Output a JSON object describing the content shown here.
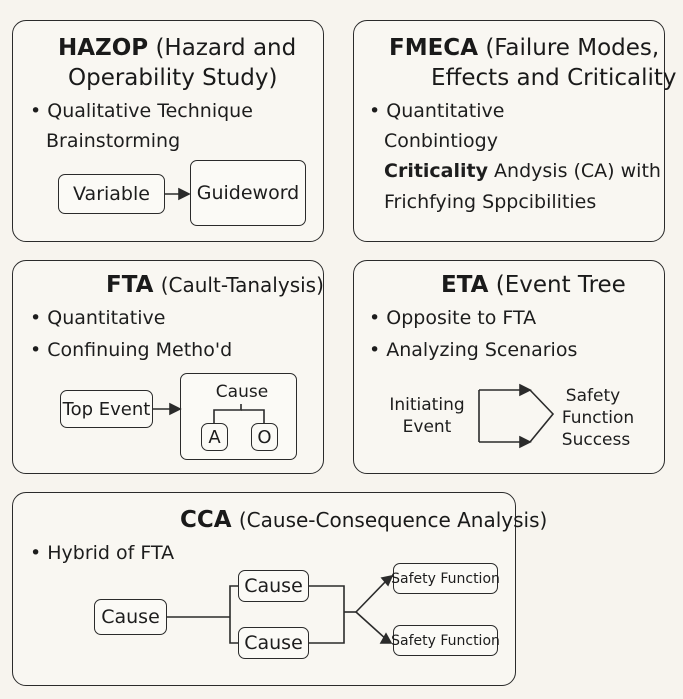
{
  "hazop": {
    "title_bold": "HAZOP",
    "title_rest_line1": "(Hazard and",
    "title_line2": "Operability Study)",
    "bullet1": "• Qualitative Technique",
    "bullet1_cont": "Brainstorming",
    "box_variable": "Variable",
    "box_guideword": "Guideword"
  },
  "fmeca": {
    "title_bold": "FMECA",
    "title_rest_line1": "(Failure Modes,",
    "title_line2": "Effects and Criticality",
    "bullet1": "• Quantitative",
    "line2": "Conbintiogy",
    "line3_bold": "Criticality",
    "line3_rest": "Andysis (CA) with",
    "line4": "Frichfying Sppcibilities"
  },
  "fta": {
    "title_bold": "FTA",
    "title_rest": "(Cault-Tanalysis)",
    "bullet1": "• Quantitative",
    "bullet2": "• Confinuing Metho'd",
    "box_top_event": "Top Event",
    "label_cause": "Cause",
    "gate_a": "A",
    "gate_o": "O"
  },
  "eta": {
    "title_bold": "ETA",
    "title_rest": "(Event Tree",
    "bullet1": "• Opposite to FTA",
    "bullet2": "• Analyzing Scenarios",
    "label_initiating_line1": "Initiating",
    "label_initiating_line2": "Event",
    "label_safety_line1": "Safety",
    "label_safety_line2": "Function",
    "label_safety_line3": "Success"
  },
  "cca": {
    "title_bold": "CCA",
    "title_rest": "(Cause-Consequence Analysis)",
    "bullet1": "• Hybrid of FTA",
    "box_cause_main": "Cause",
    "box_cause_top": "Cause",
    "box_cause_bottom": "Cause",
    "box_safety_top": "Safety Function",
    "box_safety_bottom": "Safety Function"
  }
}
